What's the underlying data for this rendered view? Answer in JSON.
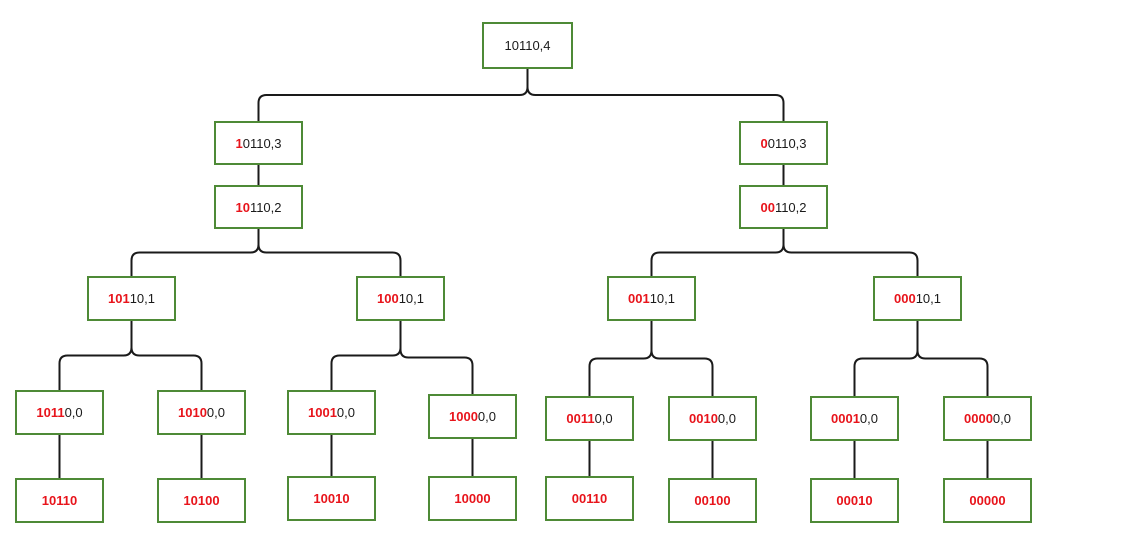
{
  "diagram": {
    "edge_color": "#1a1a1a",
    "node_border_color": "#4e8a36",
    "highlight_color": "#e8141b",
    "nodes": [
      {
        "id": "n-root",
        "red": "",
        "rest": "10110,4"
      },
      {
        "id": "n-l3",
        "red": "1",
        "rest": "0110,3"
      },
      {
        "id": "n-r3",
        "red": "0",
        "rest": "0110,3"
      },
      {
        "id": "n-l2",
        "red": "10",
        "rest": "110,2"
      },
      {
        "id": "n-r2",
        "red": "00",
        "rest": "110,2"
      },
      {
        "id": "n-101",
        "red": "101",
        "rest": "10,1"
      },
      {
        "id": "n-100",
        "red": "100",
        "rest": "10,1"
      },
      {
        "id": "n-001",
        "red": "001",
        "rest": "10,1"
      },
      {
        "id": "n-000",
        "red": "000",
        "rest": "10,1"
      },
      {
        "id": "n-1011",
        "red": "1011",
        "rest": "0,0"
      },
      {
        "id": "n-1010",
        "red": "1010",
        "rest": "0,0"
      },
      {
        "id": "n-1001",
        "red": "1001",
        "rest": "0,0"
      },
      {
        "id": "n-1000",
        "red": "1000",
        "rest": "0,0"
      },
      {
        "id": "n-0011",
        "red": "0011",
        "rest": "0,0"
      },
      {
        "id": "n-0010",
        "red": "0010",
        "rest": "0,0"
      },
      {
        "id": "n-0001",
        "red": "0001",
        "rest": "0,0"
      },
      {
        "id": "n-0000",
        "red": "0000",
        "rest": "0,0"
      },
      {
        "id": "n-10110",
        "red": "10110",
        "rest": ""
      },
      {
        "id": "n-10100",
        "red": "10100",
        "rest": ""
      },
      {
        "id": "n-10010",
        "red": "10010",
        "rest": ""
      },
      {
        "id": "n-10000",
        "red": "10000",
        "rest": ""
      },
      {
        "id": "n-00110",
        "red": "00110",
        "rest": ""
      },
      {
        "id": "n-00100",
        "red": "00100",
        "rest": ""
      },
      {
        "id": "n-00010",
        "red": "00010",
        "rest": ""
      },
      {
        "id": "n-00000",
        "red": "00000",
        "rest": ""
      }
    ],
    "edges": [
      [
        "n-root",
        "n-l3"
      ],
      [
        "n-root",
        "n-r3"
      ],
      [
        "n-l3",
        "n-l2"
      ],
      [
        "n-r3",
        "n-r2"
      ],
      [
        "n-l2",
        "n-101"
      ],
      [
        "n-l2",
        "n-100"
      ],
      [
        "n-r2",
        "n-001"
      ],
      [
        "n-r2",
        "n-000"
      ],
      [
        "n-101",
        "n-1011"
      ],
      [
        "n-101",
        "n-1010"
      ],
      [
        "n-100",
        "n-1001"
      ],
      [
        "n-100",
        "n-1000"
      ],
      [
        "n-001",
        "n-0011"
      ],
      [
        "n-001",
        "n-0010"
      ],
      [
        "n-000",
        "n-0001"
      ],
      [
        "n-000",
        "n-0000"
      ],
      [
        "n-1011",
        "n-10110"
      ],
      [
        "n-1010",
        "n-10100"
      ],
      [
        "n-1001",
        "n-10010"
      ],
      [
        "n-1000",
        "n-10000"
      ],
      [
        "n-0011",
        "n-00110"
      ],
      [
        "n-0010",
        "n-00100"
      ],
      [
        "n-0001",
        "n-00010"
      ],
      [
        "n-0000",
        "n-00000"
      ]
    ]
  }
}
